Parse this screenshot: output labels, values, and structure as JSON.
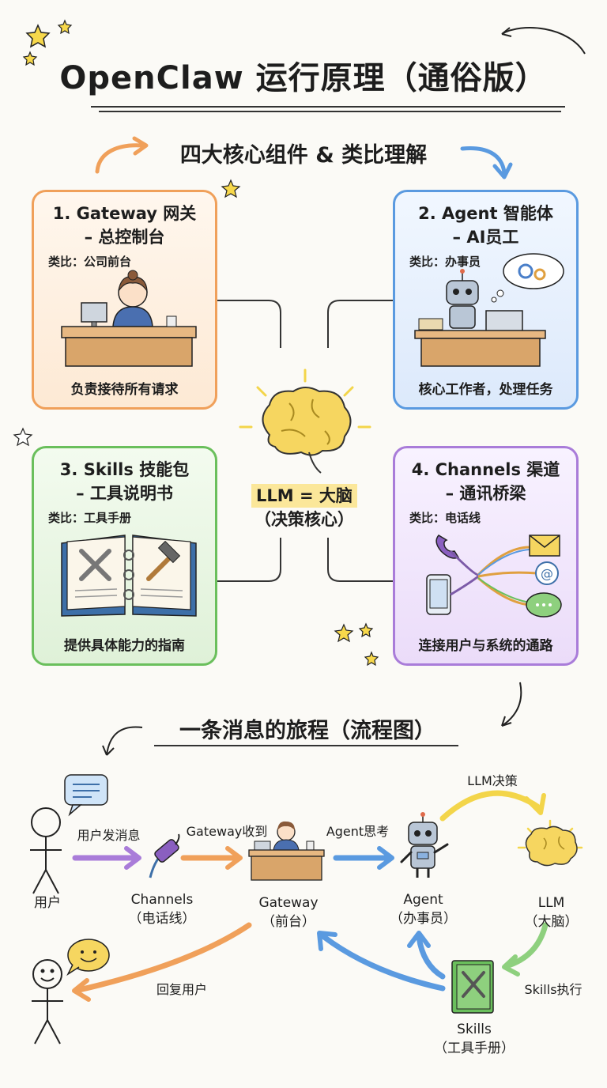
{
  "title": "OpenClaw 运行原理（通俗版）",
  "section1_title": "四大核心组件 & 类比理解",
  "cards": [
    {
      "title_line1": "1. Gateway 网关",
      "title_line2": "– 总控制台",
      "analogy": "类比：公司前台",
      "footer": "负责接待所有请求"
    },
    {
      "title_line1": "2. Agent 智能体",
      "title_line2": "– AI员工",
      "analogy": "类比：办事员",
      "footer": "核心工作者，处理任务"
    },
    {
      "title_line1": "3. Skills 技能包",
      "title_line2": "– 工具说明书",
      "analogy": "类比：工具手册",
      "footer": "提供具体能力的指南"
    },
    {
      "title_line1": "4. Channels 渠道",
      "title_line2": "– 通讯桥梁",
      "analogy": "类比：电话线",
      "footer": "连接用户与系统的通路"
    }
  ],
  "center": {
    "line1": "LLM = 大脑",
    "line2": "（决策核心）"
  },
  "section2_title": "一条消息的旅程（流程图）",
  "flow": {
    "user": "用户",
    "send_msg": "用户发消息",
    "channels_line1": "Channels",
    "channels_line2": "（电话线）",
    "gateway_received": "Gateway收到",
    "gateway_line1": "Gateway",
    "gateway_line2": "（前台）",
    "agent_think": "Agent思考",
    "agent_line1": "Agent",
    "agent_line2": "（办事员）",
    "llm_decide": "LLM决策",
    "llm_line1": "LLM",
    "llm_line2": "（大脑）",
    "skills_exec": "Skills执行",
    "skills_line1": "Skills",
    "skills_line2": "（工具手册）",
    "reply_user": "回复用户"
  },
  "colors": {
    "orange": "#f0a05a",
    "blue": "#5a9ae0",
    "green": "#6abf5c",
    "purple": "#a97cd9",
    "yellow": "#f3d54a"
  }
}
